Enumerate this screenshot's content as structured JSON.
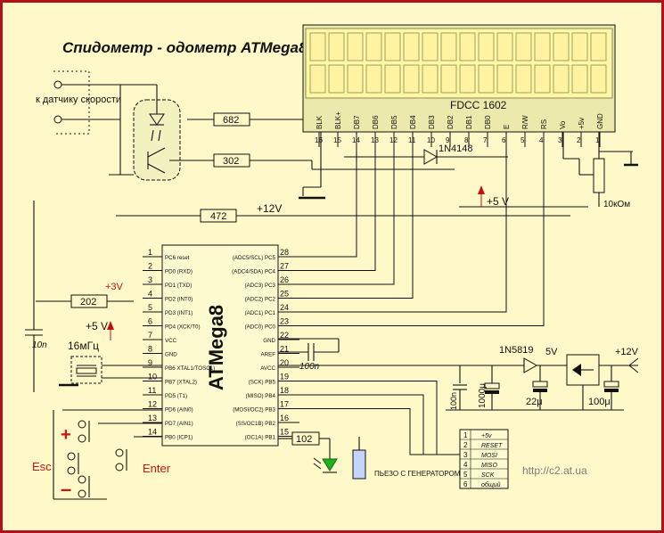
{
  "title": "Спидометр - одометр ATMega8",
  "speed_sensor_label": "к датчику скорости",
  "lcd": {
    "model": "FDCC 1602",
    "pins": [
      {
        "num": "16",
        "name": "BLK"
      },
      {
        "num": "15",
        "name": "BLK+"
      },
      {
        "num": "14",
        "name": "DB7"
      },
      {
        "num": "13",
        "name": "DB6"
      },
      {
        "num": "12",
        "name": "DB5"
      },
      {
        "num": "11",
        "name": "DB4"
      },
      {
        "num": "10",
        "name": "DB3"
      },
      {
        "num": "9",
        "name": "DB2"
      },
      {
        "num": "8",
        "name": "DB1"
      },
      {
        "num": "7",
        "name": "DB0"
      },
      {
        "num": "6",
        "name": "E"
      },
      {
        "num": "5",
        "name": "R/W"
      },
      {
        "num": "4",
        "name": "RS"
      },
      {
        "num": "3",
        "name": "Vo"
      },
      {
        "num": "2",
        "name": "+5v"
      },
      {
        "num": "1",
        "name": "GND"
      }
    ]
  },
  "mcu": {
    "name": "ATMega8",
    "left_pins": [
      {
        "num": "1",
        "name": "PC6 reset"
      },
      {
        "num": "2",
        "name": "PD0 (RXD)"
      },
      {
        "num": "3",
        "name": "PD1 (TXD)"
      },
      {
        "num": "4",
        "name": "PD2 (INT0)"
      },
      {
        "num": "5",
        "name": "PD3 (INT1)"
      },
      {
        "num": "6",
        "name": "PD4 (XCK/T0)"
      },
      {
        "num": "7",
        "name": "VCC"
      },
      {
        "num": "8",
        "name": "GND"
      },
      {
        "num": "9",
        "name": "PB6 XTAL1/TOSC1)"
      },
      {
        "num": "10",
        "name": "PB7 (XTAL2)"
      },
      {
        "num": "11",
        "name": "PD5 (T1)"
      },
      {
        "num": "12",
        "name": "PD6 (AIN0)"
      },
      {
        "num": "13",
        "name": "PD7 (AIN1)"
      },
      {
        "num": "14",
        "name": "PB0 (ICP1)"
      }
    ],
    "right_pins": [
      {
        "num": "28",
        "name": "(ADC5/SCL) PC5"
      },
      {
        "num": "27",
        "name": "(ADC4/SDA) PC4"
      },
      {
        "num": "26",
        "name": "(ADC3) PC3"
      },
      {
        "num": "25",
        "name": "(ADC2) PC2"
      },
      {
        "num": "24",
        "name": "(ADC1) PC1"
      },
      {
        "num": "23",
        "name": "(ADC0) PC0"
      },
      {
        "num": "22",
        "name": "GND"
      },
      {
        "num": "21",
        "name": "AREF"
      },
      {
        "num": "20",
        "name": "AVCC"
      },
      {
        "num": "19",
        "name": "(SCK) PB5"
      },
      {
        "num": "18",
        "name": "(MISO) PB4"
      },
      {
        "num": "17",
        "name": "(MOSI/OC2) PB3"
      },
      {
        "num": "16",
        "name": "(SS/OC1B) PB2"
      },
      {
        "num": "15",
        "name": "(OC1A) PB1"
      }
    ]
  },
  "components": {
    "r_682": "682",
    "r_302": "302",
    "r_472": "472",
    "r_202": "202",
    "r_102": "102",
    "diode_1n4148": "1N4148",
    "diode_1n5819": "1N5819",
    "crystal": "16мГц",
    "cap_10n": "10n",
    "cap_100n": "100n",
    "cap_100n_b": "100n",
    "cap_1000u": "1000μ",
    "cap_22u": "22μ",
    "cap_100u": "100μ",
    "pot": "10кОм",
    "piezo": "ПЬЕЗО С ГЕНЕРАТОРОМ"
  },
  "rails": {
    "v12_top": "+12V",
    "v5_top": "+5 V",
    "v3": "+3V",
    "v5_left": "+5 V",
    "v5_reg": "5V",
    "v12_right": "+12V"
  },
  "buttons": {
    "plus": "+",
    "minus": "–",
    "esc": "Esc",
    "enter": "Enter"
  },
  "isp": {
    "rows": [
      {
        "num": "1",
        "name": "+5v"
      },
      {
        "num": "2",
        "name": "RESET"
      },
      {
        "num": "3",
        "name": "MOSI"
      },
      {
        "num": "4",
        "name": "MISO"
      },
      {
        "num": "5",
        "name": "SCK"
      },
      {
        "num": "6",
        "name": "общий"
      }
    ]
  },
  "url": "http://c2.at.ua"
}
